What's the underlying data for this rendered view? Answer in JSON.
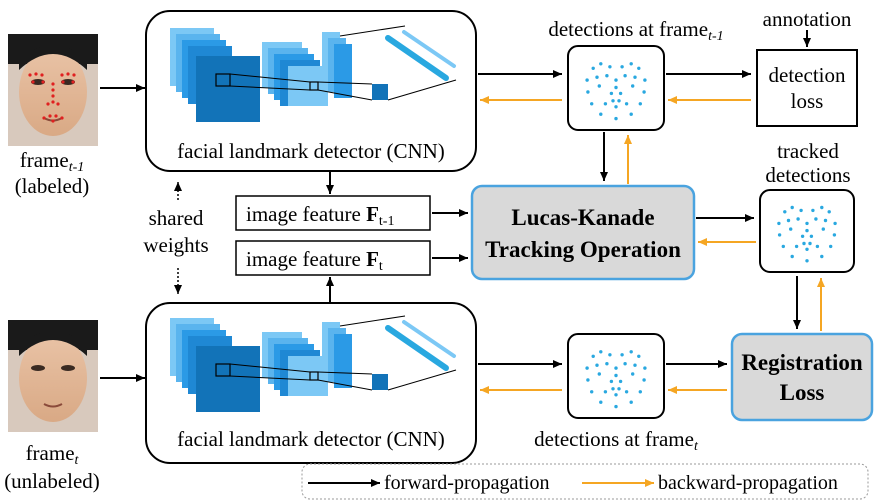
{
  "frames": {
    "prev": {
      "label": "frame",
      "subscript": "t-1",
      "status": "(labeled)"
    },
    "curr": {
      "label": "frame",
      "subscript": "t",
      "status": "(unlabeled)"
    }
  },
  "cnn": {
    "top_label": "facial landmark detector (CNN)",
    "bottom_label": "facial landmark detector (CNN)"
  },
  "shared": {
    "line1": "shared",
    "line2": "weights"
  },
  "features": {
    "prev": {
      "prefix": "image feature ",
      "symbol": "F",
      "subscript": "t-1"
    },
    "curr": {
      "prefix": "image feature ",
      "symbol": "F",
      "subscript": "t"
    }
  },
  "lk": {
    "line1": "Lucas-Kanade",
    "line2": "Tracking Operation"
  },
  "detections": {
    "prev": {
      "prefix": "detections at frame",
      "subscript": "t-1"
    },
    "curr": {
      "prefix": "detections at frame",
      "subscript": "t"
    }
  },
  "annotation": "annotation",
  "detection_loss": {
    "line1": "detection",
    "line2": "loss"
  },
  "tracked": {
    "line1": "tracked",
    "line2": "detections"
  },
  "registration_loss": {
    "line1": "Registration",
    "line2": "Loss"
  },
  "legend": {
    "forward": "forward-propagation",
    "backward": "backward-propagation"
  },
  "colors": {
    "forward_arrow": "#000000",
    "backward_arrow": "#f5a623",
    "highlight_border": "#4aa3df",
    "highlight_fill": "#d9d9d9",
    "landmark_dot": "#29a8e0",
    "cnn_dark": "#1273b8",
    "cnn_mid": "#2b9ae6",
    "cnn_light": "#7cc8f5",
    "face_landmark": "#e02020"
  }
}
